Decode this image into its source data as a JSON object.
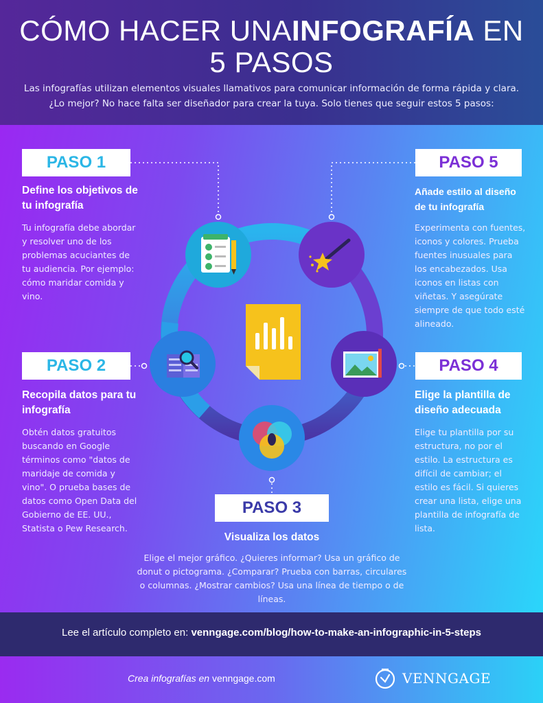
{
  "header": {
    "title_part1": "CÓMO HACER UNA",
    "title_bold": "INFOGRAFÍA",
    "title_part2": " EN",
    "title_line2": "5 PASOS",
    "intro": "Las infografías utilizan elementos visuales llamativos para comunicar información de forma rápida y clara. ¿Lo mejor? No hace falta ser diseñador para crear la tuya. Solo tienes que seguir estos 5 pasos:"
  },
  "steps": [
    {
      "label": "PASO 1",
      "title": "Define los objetivos de tu infografía",
      "text": "Tu infografía debe abordar y resolver uno de los problemas acuciantes de tu audiencia. Por ejemplo: cómo maridar comida y vino.",
      "icon": "checklist-icon"
    },
    {
      "label": "PASO 2",
      "title": "Recopila datos para tu infografía",
      "text": "Obtén datos gratuitos buscando en Google términos como \"datos de maridaje de comida y vino\". O prueba bases de datos como Open Data del Gobierno de EE. UU., Statista o Pew Research.",
      "icon": "search-data-icon"
    },
    {
      "label": "PASO 3",
      "title": "Visualiza los datos",
      "text": "Elige el mejor gráfico. ¿Quieres informar? Usa un gráfico de donut o pictograma. ¿Comparar? Prueba con barras, circulares o columnas. ¿Mostrar cambios? Usa una línea de tiempo o de líneas.",
      "icon": "venn-diagram-icon"
    },
    {
      "label": "PASO 4",
      "title": "Elige la plantilla de diseño adecuada",
      "text": "Elige tu plantilla por su estructura, no por el estilo. La estructura es difícil de cambiar; el estilo es fácil. Si quieres crear una lista, elige una plantilla de infografía de lista.",
      "icon": "template-picture-icon"
    },
    {
      "label": "PASO 5",
      "title": "Añade estilo al diseño de tu infografía",
      "text": "Experimenta con fuentes, iconos y colores. Prueba fuentes inusuales para los encabezados. Usa iconos en listas con viñetas. Y asegúrate siempre de que todo esté alineado.",
      "icon": "magic-wand-icon"
    }
  ],
  "center_icon": "bar-chart-document-icon",
  "footer": {
    "prefix": "Lee el artículo completo en: ",
    "link": "venngage.com/blog/how-to-make-an-infographic-in-5-steps"
  },
  "brand": {
    "tagline_italic": "Crea infografías en",
    "tagline_site": " venngage.com",
    "logo_text": "VENNGAGE",
    "logo_icon": "venngage-clock-icon"
  },
  "colors": {
    "ring_top": "#29b8f0",
    "ring_bottom": "#4f3aa8",
    "paso_cyan": "#2bb6e6",
    "paso_purple": "#7b2fd6"
  }
}
